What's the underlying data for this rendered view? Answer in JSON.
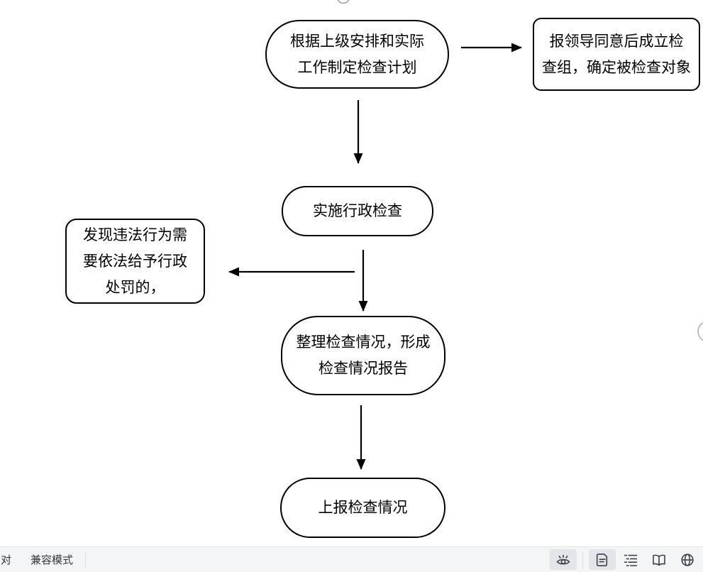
{
  "flowchart": {
    "nodes": [
      {
        "id": "plan",
        "shape": "stadium",
        "label": "根据上级安排和实际\n工作制定检查计划"
      },
      {
        "id": "team",
        "shape": "rounded-rect",
        "label": "报领导同意后成立检\n查组，确定被检查对象"
      },
      {
        "id": "implement",
        "shape": "stadium",
        "label": "实施行政检查"
      },
      {
        "id": "violation",
        "shape": "rounded-rect",
        "label": "发现违法行为需\n要依法给予行政\n处罚的，"
      },
      {
        "id": "organize",
        "shape": "stadium",
        "label": "整理检查情况，形成\n检查情况报告"
      },
      {
        "id": "submit",
        "shape": "stadium",
        "label": "上报检查情况"
      }
    ],
    "edges": [
      {
        "from": "plan",
        "to": "team"
      },
      {
        "from": "plan",
        "to": "implement"
      },
      {
        "from": "implement",
        "to": "organize"
      },
      {
        "from": "implement",
        "to": "violation"
      },
      {
        "from": "organize",
        "to": "submit"
      }
    ]
  },
  "status_bar": {
    "proofread_partial": "对",
    "compatibility_mode": "兼容模式",
    "view_buttons": [
      {
        "name": "eye-protection",
        "active": true
      },
      {
        "name": "page-view",
        "active": true
      },
      {
        "name": "outline-view",
        "active": false
      },
      {
        "name": "read-mode",
        "active": false
      },
      {
        "name": "web-layout",
        "active": false
      }
    ]
  },
  "colors": {
    "line": "#000000",
    "statusbar_bg": "#f4f5f7",
    "statusbar_text": "#33373d",
    "icon": "#3b424c",
    "active_button_bg": "#e3e5e8",
    "handle_grey": "#9aa0a6"
  }
}
